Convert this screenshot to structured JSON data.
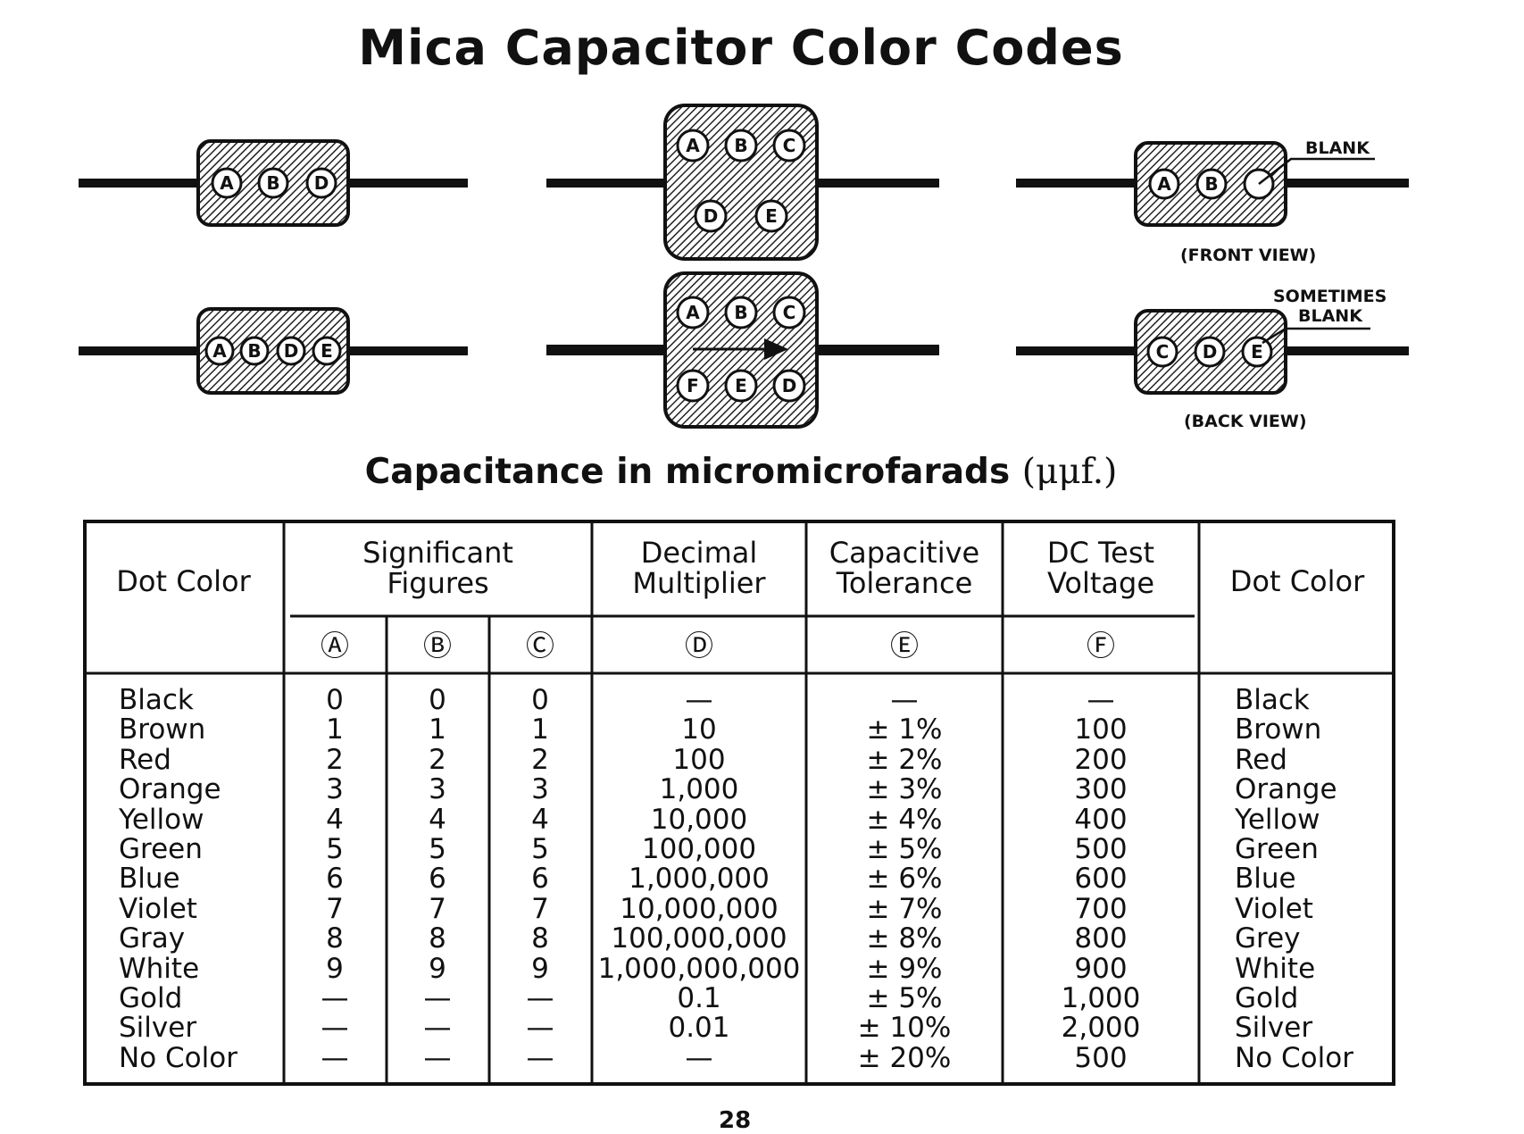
{
  "title": "Mica Capacitor Color Codes",
  "subtitle": "Capacitance in micromicrofarads",
  "subtitle_unit": "(μμf.)",
  "diagram": {
    "blank_label": "BLANK",
    "front_view": "(FRONT VIEW)",
    "sometimes_blank": "SOMETIMES",
    "sometimes_blank_2": "BLANK",
    "back_view": "(BACK VIEW)",
    "capacitors": [
      {
        "dots": [
          "A",
          "B",
          "D"
        ]
      },
      {
        "dots": [
          "A",
          "B",
          "D",
          "E"
        ]
      },
      {
        "dots": [
          "A",
          "B",
          "C",
          "D",
          "E"
        ]
      },
      {
        "dots": [
          "A",
          "B",
          "C",
          "F",
          "E",
          "D"
        ]
      },
      {
        "dots": [
          "A",
          "B",
          ""
        ]
      },
      {
        "dots": [
          "C",
          "D",
          "E"
        ]
      }
    ]
  },
  "table": {
    "headers": {
      "dot_color": "Dot Color",
      "significant_figures_1": "Significant",
      "significant_figures_2": "Figures",
      "decimal_multiplier_1": "Decimal",
      "decimal_multiplier_2": "Multiplier",
      "capacitive_tolerance_1": "Capacitive",
      "capacitive_tolerance_2": "Tolerance",
      "dc_test_voltage_1": "DC Test",
      "dc_test_voltage_2": "Voltage",
      "dot_color_right": "Dot Color"
    },
    "subheaders": [
      "Ⓐ",
      "Ⓑ",
      "Ⓒ",
      "Ⓓ",
      "Ⓔ",
      "Ⓕ"
    ],
    "colors_left": [
      "Black",
      "Brown",
      "Red",
      "Orange",
      "Yellow",
      "Green",
      "Blue",
      "Violet",
      "Gray",
      "White",
      "Gold",
      "Silver",
      "No Color"
    ],
    "sig_a": [
      "0",
      "1",
      "2",
      "3",
      "4",
      "5",
      "6",
      "7",
      "8",
      "9",
      "—",
      "—",
      "—"
    ],
    "sig_b": [
      "0",
      "1",
      "2",
      "3",
      "4",
      "5",
      "6",
      "7",
      "8",
      "9",
      "—",
      "—",
      "—"
    ],
    "sig_c": [
      "0",
      "1",
      "2",
      "3",
      "4",
      "5",
      "6",
      "7",
      "8",
      "9",
      "—",
      "—",
      "—"
    ],
    "multiplier": [
      "—",
      "10",
      "100",
      "1,000",
      "10,000",
      "100,000",
      "1,000,000",
      "10,000,000",
      "100,000,000",
      "1,000,000,000",
      "0.1",
      "0.01",
      "—"
    ],
    "tolerance": [
      "—",
      "± 1%",
      "± 2%",
      "± 3%",
      "± 4%",
      "± 5%",
      "± 6%",
      "± 7%",
      "± 8%",
      "± 9%",
      "± 5%",
      "± 10%",
      "± 20%"
    ],
    "voltage": [
      "—",
      "100",
      "200",
      "300",
      "400",
      "500",
      "600",
      "700",
      "800",
      "900",
      "1,000",
      "2,000",
      "500"
    ],
    "colors_right": [
      "Black",
      "Brown",
      "Red",
      "Orange",
      "Yellow",
      "Green",
      "Blue",
      "Violet",
      "Grey",
      "White",
      "Gold",
      "Silver",
      "No Color"
    ]
  },
  "page_number": "28"
}
